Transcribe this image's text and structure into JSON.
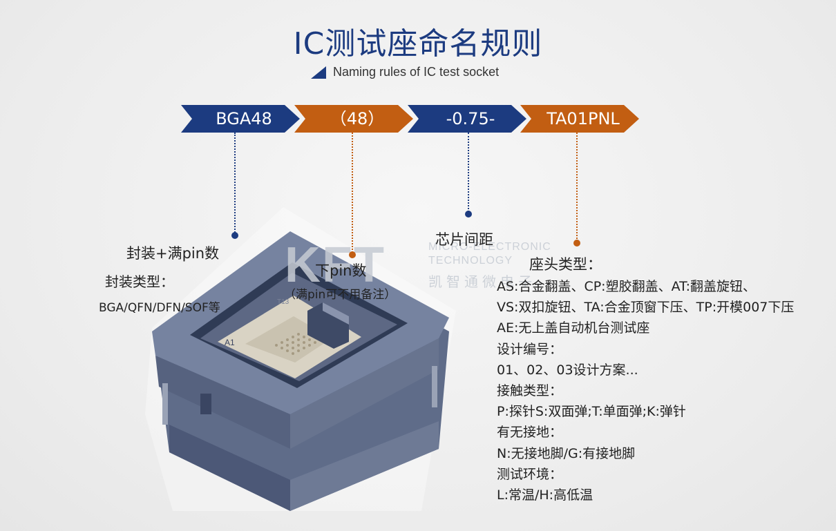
{
  "title": "IC测试座命名规则",
  "subtitle": "Naming rules of IC test socket",
  "segments": [
    {
      "text": "BGA48",
      "color": "#1c3b80"
    },
    {
      "text": "（48）",
      "color": "#c25e12"
    },
    {
      "text": "-0.75-",
      "color": "#1c3b80"
    },
    {
      "text": "TA01PNL",
      "color": "#c25e12"
    }
  ],
  "labels": {
    "package_pins": "封装+满pin数",
    "package_type_title": "封装类型：",
    "package_types": "BGA/QFN/DFN/SOF等",
    "lower_pins": "下pin数",
    "lower_pins_note": "（满pin可不用备注）",
    "pitch": "芯片间距",
    "head_type_title": "座头类型："
  },
  "head_details": [
    "AS:合金翻盖、CP:塑胶翻盖、AT:翻盖旋钮、",
    "VS:双扣旋钮、TA:合金顶窗下压、TP:开模007下压",
    "AE:无上盖自动机台测试座",
    "设计编号：",
    "01、02、03设计方案...",
    "接触类型：",
    "P:探针S:双面弹;T:单面弹;K:弹针",
    "有无接地：",
    "N:无接地脚/G:有接地脚",
    "测试环境：",
    "L:常温/H:高低温"
  ],
  "watermark": {
    "logo": "KFT",
    "line1": "MICRO-ELECTRONIC",
    "line2": "TECHNOLOGY",
    "cn": "凯智通微电子"
  },
  "socket_marks": {
    "a1": "A1",
    "pin": "T13"
  },
  "colors": {
    "blue": "#1c3b80",
    "orange": "#c25e12"
  }
}
